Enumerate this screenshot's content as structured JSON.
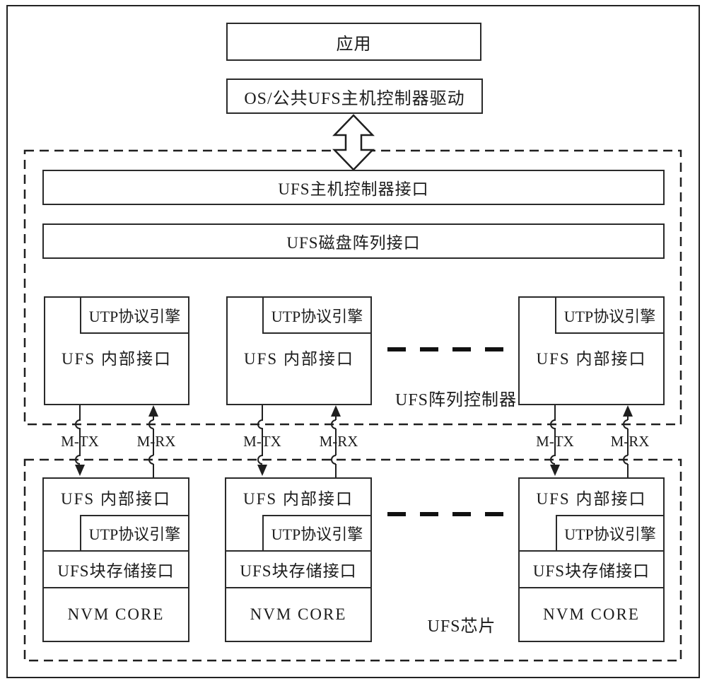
{
  "diagram": {
    "top_stack": {
      "app_box": "应用",
      "os_driver_box": "OS/公共UFS主机控制器驱动"
    },
    "array_controller": {
      "host_controller_interface": "UFS主机控制器接口",
      "disk_array_interface": "UFS磁盘阵列接口",
      "label": "UFS阵列控制器",
      "modules": [
        {
          "utp_engine": "UTP协议引擎",
          "internal_interface": "UFS 内部接口"
        },
        {
          "utp_engine": "UTP协议引擎",
          "internal_interface": "UFS 内部接口"
        },
        {
          "utp_engine": "UTP协议引擎",
          "internal_interface": "UFS 内部接口"
        }
      ]
    },
    "links": {
      "tx_label": "M-TX",
      "rx_label": "M-RX"
    },
    "chip_array": {
      "label": "UFS芯片",
      "chips": [
        {
          "internal_interface": "UFS 内部接口",
          "utp_engine": "UTP协议引擎",
          "block_storage_interface": "UFS块存储接口",
          "nvm_core": "NVM CORE"
        },
        {
          "internal_interface": "UFS 内部接口",
          "utp_engine": "UTP协议引擎",
          "block_storage_interface": "UFS块存储接口",
          "nvm_core": "NVM CORE"
        },
        {
          "internal_interface": "UFS 内部接口",
          "utp_engine": "UTP协议引擎",
          "block_storage_interface": "UFS块存储接口",
          "nvm_core": "NVM CORE"
        }
      ]
    },
    "colors": {
      "line": "#1f1f1f",
      "background": "#ffffff"
    }
  }
}
